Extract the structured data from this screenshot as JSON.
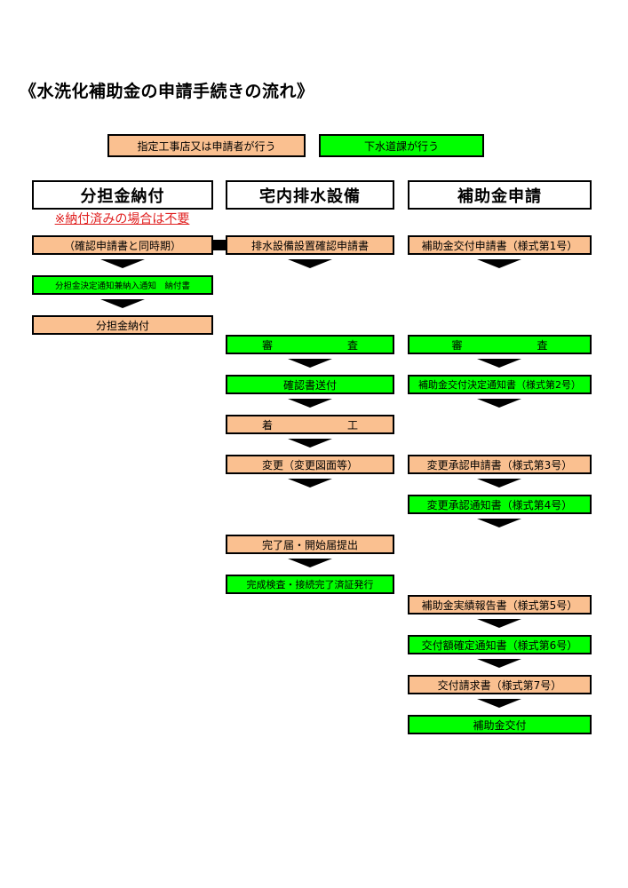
{
  "title": "《水洗化補助金の申請手続きの流れ》",
  "legend": {
    "contractor": "指定工事店又は申請者が行う",
    "sewer_dept": "下水道課が行う"
  },
  "colors": {
    "contractor": "#fac090",
    "sewer_dept": "#00ff00"
  },
  "columns": {
    "left": {
      "header": "分担金納付",
      "note": "※納付済みの場合は不要",
      "steps": [
        "（確認申請書と同時期）",
        "分担金決定通知兼納入通知　納付書",
        "分担金納付"
      ]
    },
    "middle": {
      "header": "宅内排水設備",
      "steps": [
        "排水設備設置確認申請書",
        "審　　査",
        "確認書送付",
        "着　　工",
        "変更（変更図面等）",
        "完了届・開始届提出",
        "完成検査・接続完了済証発行"
      ]
    },
    "right": {
      "header": "補助金申請",
      "steps": [
        "補助金交付申請書（様式第1号）",
        "審　　査",
        "補助金交付決定通知書（様式第2号）",
        "変更承認申請書（様式第3号）",
        "変更承認通知書（様式第4号）",
        "補助金実績報告書（様式第5号）",
        "交付額確定通知書（様式第6号）",
        "交付請求書（様式第7号）",
        "補助金交付"
      ]
    }
  }
}
